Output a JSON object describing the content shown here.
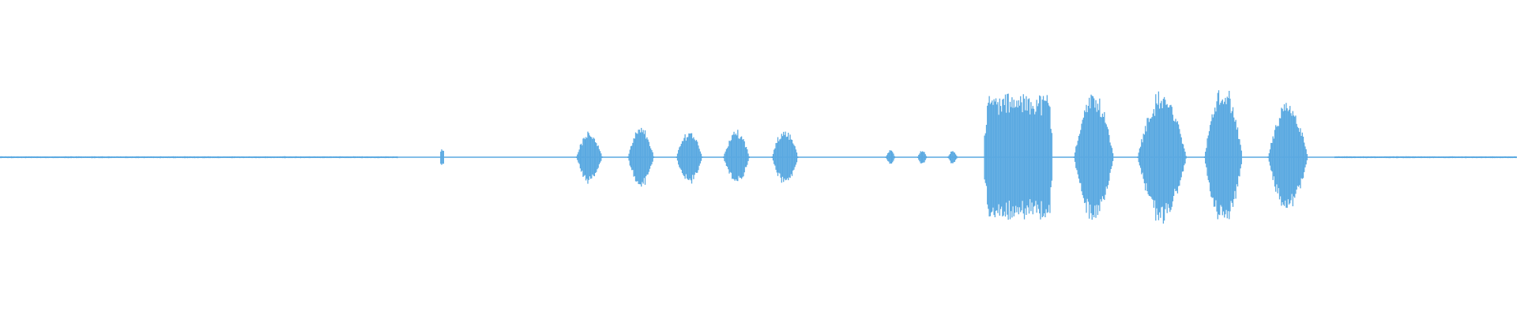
{
  "waveform": {
    "color": "#5aa9e1",
    "background": "#ffffff",
    "baseline_amplitude": 0.004,
    "segments": [
      {
        "start": 0.0,
        "end": 0.262,
        "shape": "flat",
        "amplitude": 0.004
      },
      {
        "start": 0.2905,
        "end": 0.2925,
        "shape": "spike",
        "amplitude": 0.05
      },
      {
        "start": 0.38,
        "end": 0.397,
        "shape": "bell",
        "amplitude": 0.16
      },
      {
        "start": 0.414,
        "end": 0.431,
        "shape": "bell",
        "amplitude": 0.19
      },
      {
        "start": 0.446,
        "end": 0.463,
        "shape": "bell",
        "amplitude": 0.17
      },
      {
        "start": 0.477,
        "end": 0.494,
        "shape": "bell",
        "amplitude": 0.17
      },
      {
        "start": 0.509,
        "end": 0.526,
        "shape": "bell",
        "amplitude": 0.18
      },
      {
        "start": 0.584,
        "end": 0.59,
        "shape": "bell",
        "amplitude": 0.045
      },
      {
        "start": 0.605,
        "end": 0.611,
        "shape": "bell",
        "amplitude": 0.045
      },
      {
        "start": 0.625,
        "end": 0.631,
        "shape": "bell",
        "amplitude": 0.045
      },
      {
        "start": 0.649,
        "end": 0.694,
        "shape": "block",
        "amplitude": 0.39
      },
      {
        "start": 0.708,
        "end": 0.734,
        "shape": "bell",
        "amplitude": 0.41
      },
      {
        "start": 0.75,
        "end": 0.782,
        "shape": "bell",
        "amplitude": 0.41
      },
      {
        "start": 0.794,
        "end": 0.819,
        "shape": "bell",
        "amplitude": 0.45
      },
      {
        "start": 0.836,
        "end": 0.862,
        "shape": "bell",
        "amplitude": 0.34
      },
      {
        "start": 0.88,
        "end": 1.0,
        "shape": "flat",
        "amplitude": 0.004
      }
    ]
  }
}
